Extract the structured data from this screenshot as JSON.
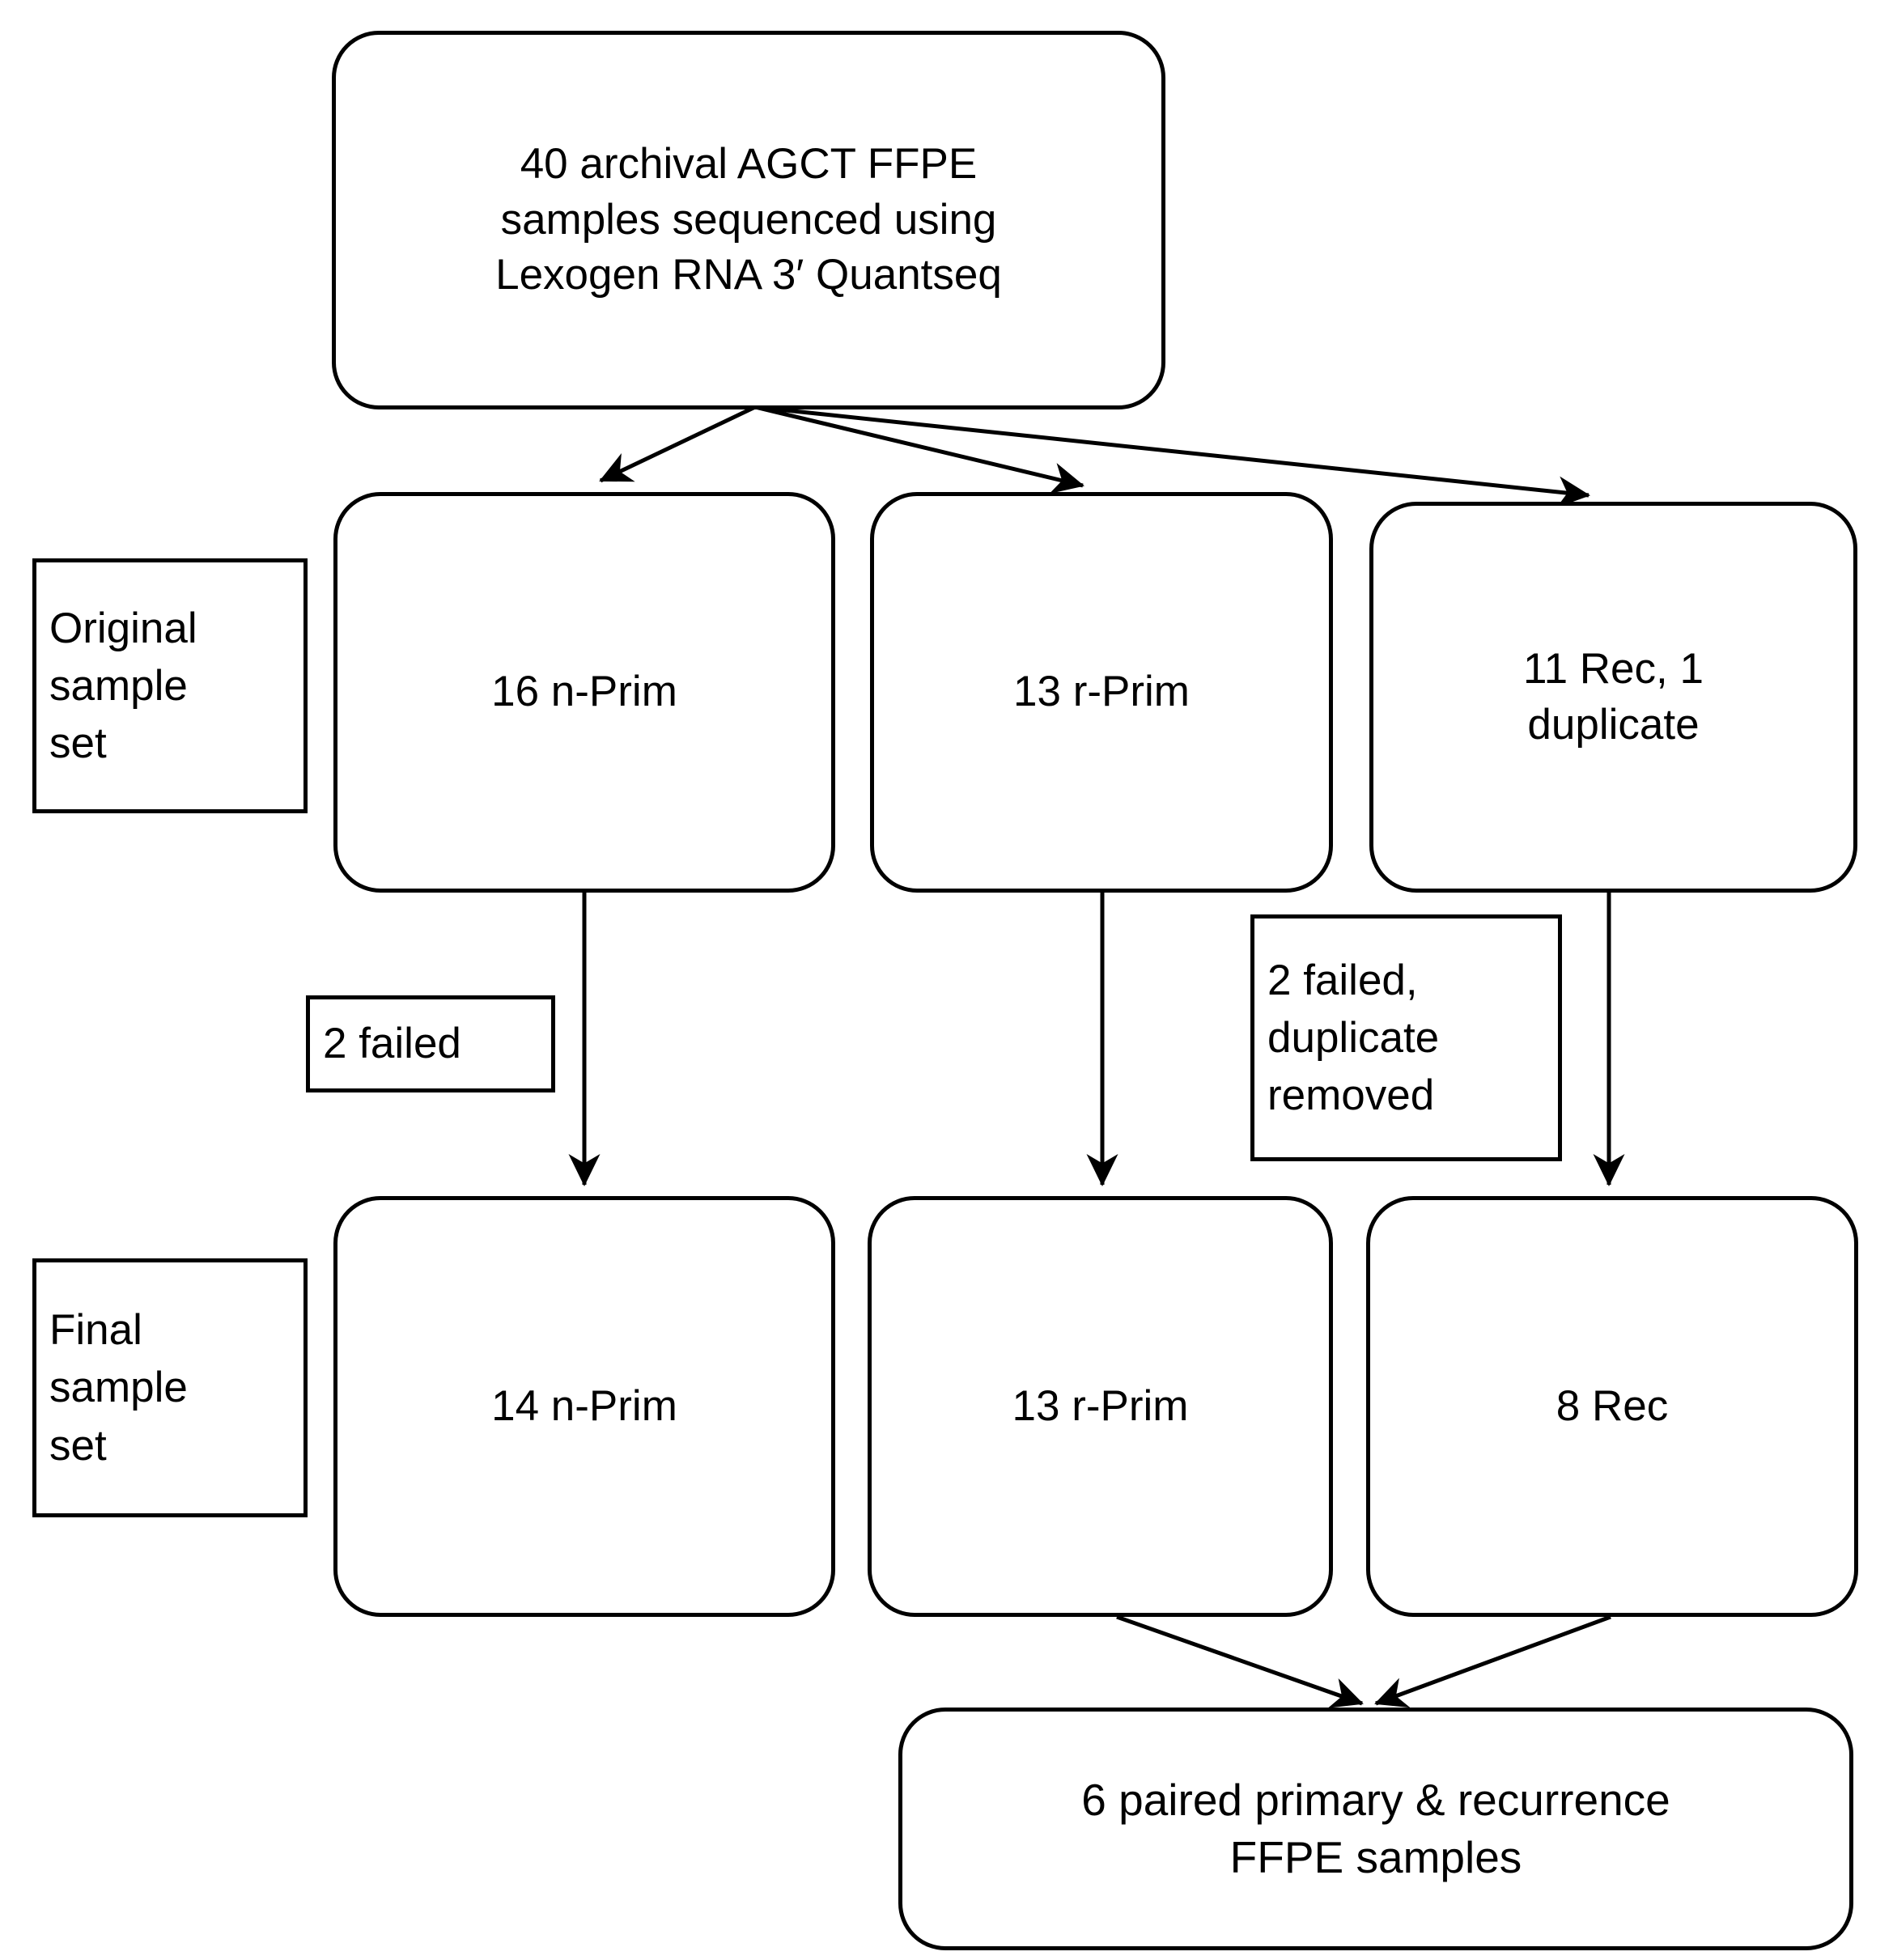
{
  "diagram": {
    "type": "flowchart",
    "title_text": "",
    "colors": {
      "stroke": "#000000",
      "fill": "#ffffff",
      "text": "#000000"
    },
    "source_node": {
      "id": "source",
      "text": "40 archival AGCT  FFPE\nsamples sequenced using\nLexogen RNA 3′ Quantseq"
    },
    "row_labels": {
      "original": "Original\nsample\nset",
      "final": "Final\nsample\nset"
    },
    "original_set": [
      {
        "id": "orig-n-prim",
        "text": "16 n-Prim"
      },
      {
        "id": "orig-r-prim",
        "text": "13 r-Prim"
      },
      {
        "id": "orig-rec",
        "text": "11 Rec, 1\nduplicate"
      }
    ],
    "annotations": [
      {
        "id": "ann-left",
        "text": "2 failed"
      },
      {
        "id": "ann-right",
        "text": "2 failed,\nduplicate\nremoved"
      }
    ],
    "final_set": [
      {
        "id": "final-n-prim",
        "text": "14 n-Prim"
      },
      {
        "id": "final-r-prim",
        "text": "13 r-Prim"
      },
      {
        "id": "final-rec",
        "text": "8 Rec"
      }
    ],
    "result_node": {
      "id": "result",
      "text": "6 paired primary & recurrence\nFFPE samples"
    },
    "edges": [
      {
        "from": "source",
        "to": "orig-n-prim"
      },
      {
        "from": "source",
        "to": "orig-r-prim"
      },
      {
        "from": "source",
        "to": "orig-rec"
      },
      {
        "from": "orig-n-prim",
        "to": "final-n-prim"
      },
      {
        "from": "orig-r-prim",
        "to": "final-r-prim"
      },
      {
        "from": "orig-rec",
        "to": "final-rec"
      },
      {
        "from": "final-r-prim",
        "to": "result"
      },
      {
        "from": "final-rec",
        "to": "result"
      }
    ]
  }
}
